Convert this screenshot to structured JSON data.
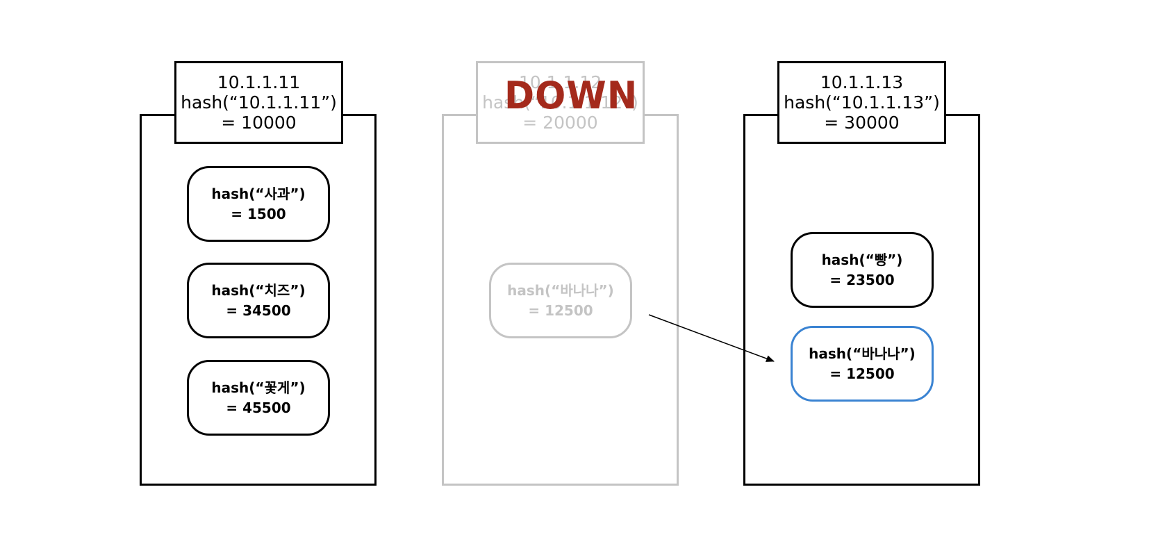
{
  "servers": [
    {
      "ip": "10.1.1.11",
      "hash_expr": "hash(“10.1.1.11”)",
      "hash_value": "= 10000",
      "keys": [
        {
          "expr": "hash(“사과”)",
          "value": "= 1500"
        },
        {
          "expr": "hash(“치즈”)",
          "value": "= 34500"
        },
        {
          "expr": "hash(“꽃게”)",
          "value": "= 45500"
        }
      ]
    },
    {
      "ip": "10.1.1.12",
      "hash_expr": "hash(“10.1.1.12”)",
      "hash_value": "= 20000",
      "status": "DOWN",
      "keys": [
        {
          "expr": "hash(“바나나”)",
          "value": "= 12500"
        }
      ]
    },
    {
      "ip": "10.1.1.13",
      "hash_expr": "hash(“10.1.1.13”)",
      "hash_value": "= 30000",
      "keys": [
        {
          "expr": "hash(“빵”)",
          "value": "= 23500"
        },
        {
          "expr": "hash(“바나나”)",
          "value": "= 12500"
        }
      ]
    }
  ],
  "colors": {
    "active_border": "#000000",
    "down_gray": "#c4c4c4",
    "down_stamp": "#a42a1c",
    "moved_key_border": "#3a83d2",
    "arrow": "#000000"
  }
}
